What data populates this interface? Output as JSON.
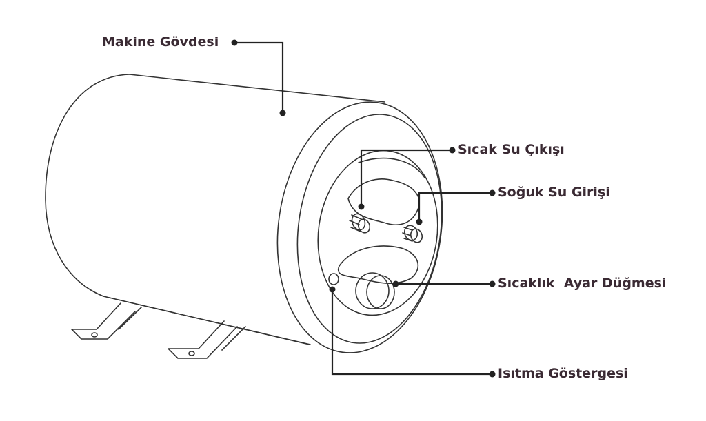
{
  "labels": {
    "body": "Makine Gövdesi",
    "hot_outlet": "Sıcak Su Çıkışı",
    "cold_inlet": "Soğuk Su Girişi",
    "thermostat_knob": "Sıcaklık  Ayar Düğmesi",
    "heat_indicator": "Isıtma Göstergesi"
  },
  "colors": {
    "label_text": "#3a2a33",
    "leader": "#222222",
    "outline": "#333333",
    "background": "#ffffff"
  }
}
